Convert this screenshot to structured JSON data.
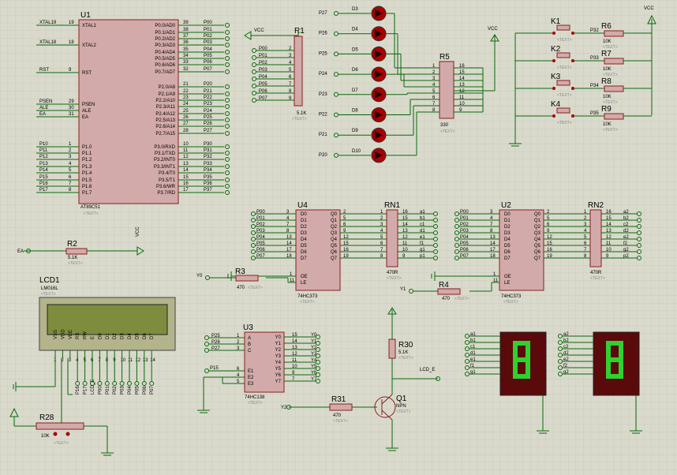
{
  "refs": {
    "u1": "U1",
    "r1": "R1",
    "r2": "R2",
    "r3": "R3",
    "r4": "R4",
    "r5": "R5",
    "r6": "R6",
    "r7": "R7",
    "r8": "R8",
    "r9": "R9",
    "r28": "R28",
    "r30": "R30",
    "r31": "R31",
    "u2": "U2",
    "u3": "U3",
    "u4": "U4",
    "rn1": "RN1",
    "rn2": "RN2",
    "lcd1": "LCD1",
    "q1": "Q1",
    "k1": "K1",
    "k2": "K2",
    "k3": "K3",
    "k4": "K4"
  },
  "values": {
    "u1": "AT89C51",
    "r1": "5.1K",
    "r2": "5.1K",
    "r3": "470",
    "r4": "470",
    "r5": "330",
    "r6": "10K",
    "r7": "10K",
    "r8": "10K",
    "r9": "10K",
    "r28": "10K",
    "r30": "5.1K",
    "r31": "470",
    "u2": "74HC373",
    "u3": "74HC138",
    "u4": "74HC373",
    "rn1": "470R",
    "rn2": "470R",
    "lcd1": "LM016L",
    "q1": "NPN"
  },
  "text_placeholder": "<TEXT>",
  "power": {
    "vcc": "VCC"
  },
  "u1": {
    "left_nets": [
      "XTAL19",
      "XTAL18",
      "RST",
      "PSEN",
      "ALE",
      "EA",
      "P10",
      "P11",
      "P12",
      "P13",
      "P14",
      "P15",
      "P16",
      "P17"
    ],
    "left_pins": [
      "19",
      "18",
      "9",
      "29",
      "30",
      "31",
      "1",
      "2",
      "3",
      "4",
      "5",
      "6",
      "7",
      "8"
    ],
    "left_labels": [
      "XTAL1",
      "XTAL2",
      "RST",
      "PSEN",
      "ALE",
      "EA",
      "P1.0",
      "P1.1",
      "P1.2",
      "P1.3",
      "P1.4",
      "P1.5",
      "P1.6",
      "P1.7"
    ],
    "right_labels": [
      "P0.0/AD0",
      "P0.1/AD1",
      "P0.2/AD2",
      "P0.3/AD3",
      "P0.4/AD4",
      "P0.5/AD5",
      "P0.6/AD6",
      "P0.7/AD7",
      "P2.0/A8",
      "P2.1/A9",
      "P2.2/A10",
      "P2.3/A11",
      "P2.4/A12",
      "P2.5/A13",
      "P2.6/A14",
      "P2.7/A15",
      "P3.0/RXD",
      "P3.1/TXD",
      "P3.2/INT0",
      "P3.3/INT1",
      "P3.4/T0",
      "P3.5/T1",
      "P3.6/WR",
      "P3.7/RD"
    ],
    "right_pins": [
      "39",
      "38",
      "37",
      "36",
      "35",
      "34",
      "33",
      "32",
      "21",
      "22",
      "23",
      "24",
      "25",
      "26",
      "27",
      "28",
      "10",
      "11",
      "12",
      "13",
      "14",
      "15",
      "16",
      "17"
    ],
    "right_nets": [
      "P00",
      "P01",
      "P02",
      "P03",
      "P04",
      "P05",
      "P06",
      "P07",
      "P20",
      "P21",
      "P22",
      "P23",
      "P24",
      "P25",
      "P26",
      "P27",
      "P30",
      "P31",
      "P32",
      "P33",
      "P34",
      "P35",
      "P36",
      "P37"
    ]
  },
  "r1_nets": [
    "P00",
    "P01",
    "P02",
    "P03",
    "P04",
    "P05",
    "P06",
    "P07"
  ],
  "r1_pins": [
    "2",
    "3",
    "4",
    "5",
    "6",
    "7",
    "8",
    "9"
  ],
  "leds": {
    "nets": [
      "P27",
      "P26",
      "P25",
      "P24",
      "P23",
      "P22",
      "P21",
      "P20"
    ],
    "refs": [
      "D3",
      "D4",
      "D5",
      "D6",
      "D7",
      "D8",
      "D9",
      "D10"
    ]
  },
  "r5": {
    "left": [
      "1",
      "2",
      "3",
      "4",
      "5",
      "6",
      "7",
      "8"
    ],
    "right": [
      "16",
      "15",
      "14",
      "13",
      "12",
      "11",
      "10",
      "9"
    ]
  },
  "keys": {
    "nets": [
      "P32",
      "P33",
      "P34",
      "P35"
    ]
  },
  "u4": {
    "in_nets": [
      "P00",
      "P01",
      "P02",
      "P03",
      "P04",
      "P05",
      "P06",
      "P07"
    ],
    "in_pins": [
      "3",
      "4",
      "7",
      "8",
      "13",
      "14",
      "17",
      "18"
    ],
    "in_labels": [
      "D0",
      "D1",
      "D2",
      "D3",
      "D4",
      "D5",
      "D6",
      "D7"
    ],
    "out_labels": [
      "Q0",
      "Q1",
      "Q2",
      "Q3",
      "Q4",
      "Q5",
      "Q6",
      "Q7"
    ],
    "out_pins": [
      "2",
      "5",
      "6",
      "9",
      "12",
      "15",
      "16",
      "19"
    ],
    "ctrl": [
      "OE",
      "LE"
    ],
    "ctrl_pins": [
      "1",
      "11"
    ],
    "le_net": "Y0"
  },
  "rn1": {
    "left": [
      "1",
      "2",
      "3",
      "4",
      "5",
      "6",
      "7",
      "8"
    ],
    "right": [
      "16",
      "15",
      "14",
      "13",
      "12",
      "11",
      "10",
      "9"
    ],
    "nets": [
      "a1",
      "b1",
      "c1",
      "d1",
      "e1",
      "f1",
      "g1",
      "p1"
    ]
  },
  "u2": {
    "le_net": "Y1"
  },
  "rn2": {
    "nets": [
      "a2",
      "b2",
      "c2",
      "d2",
      "e2",
      "f2",
      "g2",
      "p2"
    ]
  },
  "ea_net": "EA",
  "lcd": {
    "pins": [
      "VSS",
      "VDD",
      "VEE",
      "RS",
      "RW",
      "E",
      "D0",
      "D1",
      "D2",
      "D3",
      "D4",
      "D5",
      "D6",
      "D7"
    ],
    "nums": [
      "1",
      "2",
      "3",
      "4",
      "5",
      "6",
      "7",
      "8",
      "9",
      "10",
      "11",
      "12",
      "13",
      "14"
    ],
    "nets": [
      "P16",
      "P17",
      "LCD_E",
      "P00",
      "P01",
      "P02",
      "P03",
      "P04",
      "P05",
      "P06",
      "P07"
    ]
  },
  "u3": {
    "in_nets": [
      "P25",
      "P26",
      "P27",
      "P15"
    ],
    "in_labels": [
      "A",
      "B",
      "C",
      "E1",
      "E2",
      "E3"
    ],
    "in_pins": [
      "1",
      "2",
      "3",
      "6",
      "4",
      "5"
    ],
    "out_labels": [
      "Y0",
      "Y1",
      "Y2",
      "Y3",
      "Y4",
      "Y5",
      "Y6",
      "Y7"
    ],
    "out_pins": [
      "15",
      "14",
      "13",
      "12",
      "11",
      "10",
      "9",
      "7"
    ],
    "out_nets": [
      "Y0",
      "Y1",
      "Y2",
      "Y3",
      "Y4",
      "Y5",
      "Y6",
      "Y7"
    ]
  },
  "q1_base_net": "Y2",
  "lcd_e_net": "LCD_E",
  "disp1_nets": [
    "a1",
    "b1",
    "c1",
    "d1",
    "e1",
    "f1",
    "g1"
  ],
  "disp2_nets": [
    "a2",
    "b2",
    "c2",
    "d2",
    "e2",
    "f2",
    "g2"
  ],
  "colors": {
    "wire": "#0a6a0a",
    "component": "#d2aaa9",
    "outline": "#8a2020",
    "lcd_screen": "#7d8d3d",
    "display": "#5a0a0a",
    "segment": "#2fd12f",
    "led": "#aa0000"
  }
}
